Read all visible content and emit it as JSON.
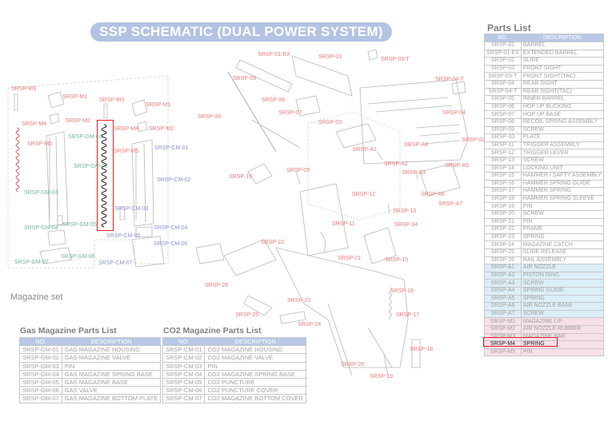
{
  "title": "SSP SCHEMATIC (DUAL POWER SYSTEM)",
  "magazine_set_label": "Magazine set",
  "parts_list": {
    "title": "Parts List",
    "headers": [
      "NO.",
      "DESCRIPTION"
    ],
    "rows": [
      [
        "SRSP-01",
        "BARREL"
      ],
      [
        "SRSP-01-EX",
        "EXTENDED BARREL"
      ],
      [
        "SRSP-02",
        "SLIDE"
      ],
      [
        "SRSP-03",
        "FRONT SIGHT"
      ],
      [
        "SRSP-03-T",
        "FRONT SIGHT(TAC)"
      ],
      [
        "SRSP-04",
        "REAR SIGHT"
      ],
      [
        "SRSP-04-T",
        "REAR SIGHT(TAC)"
      ],
      [
        "SRSP-05",
        "INNER BARREL"
      ],
      [
        "SRSP-06",
        "HOP UP BUCKING"
      ],
      [
        "SRSP-07",
        "HOP UP BASE"
      ],
      [
        "SRSP-08",
        "RECOIL SPRING ASSEMBLY"
      ],
      [
        "SRSP-09",
        "SCREW"
      ],
      [
        "SRSP-10",
        "PLATE"
      ],
      [
        "SRSP-11",
        "TRIGGER ASSEMBLY"
      ],
      [
        "SRSP-12",
        "TRIGGER LEVER"
      ],
      [
        "SRSP-13",
        "SCREW"
      ],
      [
        "SRSP-14",
        "LOCKING UNIT"
      ],
      [
        "SRSP-15",
        "HAMMER / SAFTY ASSEMBLY"
      ],
      [
        "SRSP-16",
        "HAMMER SPRING GUIDE"
      ],
      [
        "SRSP-17",
        "HAMMER SPRING"
      ],
      [
        "SRSP-18",
        "HAMMER SPRING SLEEVE"
      ],
      [
        "SRSP-19",
        "PIN"
      ],
      [
        "SRSP-20",
        "SCREW"
      ],
      [
        "SRSP-21",
        "PIN"
      ],
      [
        "SRSP-22",
        "FRAME"
      ],
      [
        "SRSP-23",
        "SPRING"
      ],
      [
        "SRSP-24",
        "MAGAZINE CATCH"
      ],
      [
        "SRSP-25",
        "SLIDE RELEASE"
      ],
      [
        "SRSP-26",
        "RAIL ASSEMBLY"
      ],
      [
        "SRSP-A1",
        "AIR NOZZLE"
      ],
      [
        "SRSP-A2",
        "PISTON RING"
      ],
      [
        "SRSP-A3",
        "SCREW"
      ],
      [
        "SRSP-A4",
        "SPRING GUIDE"
      ],
      [
        "SRSP-A5",
        "SPRING"
      ],
      [
        "SRSP-A6",
        "AIR NOZZLE BASE"
      ],
      [
        "SRSP-A7",
        "SCREW"
      ],
      [
        "SRSP-M1",
        "MAGAZINE LIP"
      ],
      [
        "SRSP-M2",
        "AIR NOZZLE RUBBER"
      ],
      [
        "SRSP-M3",
        "MAGAZINE BAR"
      ],
      [
        "SRSP-M4",
        "SPRING"
      ],
      [
        "SRSP-M5",
        "PIN"
      ]
    ]
  },
  "gas_list": {
    "title": "Gas Magazine Parts List",
    "headers": [
      "NO.",
      "DESCRIPTION"
    ],
    "rows": [
      [
        "SRSP-GM-01",
        "GAS MAGAZINE HOUSING"
      ],
      [
        "SRSP-GM-02",
        "GAS MAGAZINE VALVE"
      ],
      [
        "SRSP-GM-03",
        "PIN"
      ],
      [
        "SRSP-GM-04",
        "GAS MAGAZINE SPRING BASE"
      ],
      [
        "SRSP-GM-05",
        "GAS MAGAZINE BASE"
      ],
      [
        "SRSP-GM-06",
        "GAS VALVE"
      ],
      [
        "SRSP-GM-07",
        "GAS MAGAZINE BOTTOM PLATE"
      ]
    ]
  },
  "co2_list": {
    "title": "CO2 Magazine Parts List",
    "headers": [
      "NO.",
      "DESCRIPTION"
    ],
    "rows": [
      [
        "SRSP-CM-01",
        "CO2 MAGAZINE HOUSING"
      ],
      [
        "SRSP-CM-02",
        "CO2 MAGAZINE VALVE"
      ],
      [
        "SRSP-CM-03",
        "PIN"
      ],
      [
        "SRSP-CM-04",
        "CO2 MAGAZINE SPRING BASE"
      ],
      [
        "SRSP-CM-05",
        "CO2 PUNCTURE"
      ],
      [
        "SRSP-CM-06",
        "CO2 PUNCTURE COVER"
      ],
      [
        "SRSP-CM-07",
        "CO2 MAGAZINE BOTTOM COVER"
      ]
    ]
  },
  "callouts": [
    {
      "text": "SRSP-M3",
      "color": "r"
    },
    {
      "text": "SRSP-M1",
      "color": "r"
    },
    {
      "text": "SRSP-M2",
      "color": "r"
    },
    {
      "text": "SRSP-M4",
      "color": "r"
    },
    {
      "text": "SRSP-M5",
      "color": "r"
    },
    {
      "text": "SRSP-GM-01",
      "color": "g"
    },
    {
      "text": "SRSP-GM-02",
      "color": "g"
    },
    {
      "text": "SRSP-GM-03",
      "color": "g"
    },
    {
      "text": "SRSP-GM-04",
      "color": "g"
    },
    {
      "text": "SRSP-GM-05",
      "color": "g"
    },
    {
      "text": "SRSP-GM-06",
      "color": "g"
    },
    {
      "text": "SRSP-GM-07",
      "color": "g"
    },
    {
      "text": "SRSP-M3",
      "color": "r"
    },
    {
      "text": "SRSP-M1",
      "color": "r"
    },
    {
      "text": "SRSP-M4",
      "color": "r"
    },
    {
      "text": "SRSP-M2",
      "color": "r"
    },
    {
      "text": "SRSP-M5",
      "color": "r"
    },
    {
      "text": "SRSP-CM-01",
      "color": "b"
    },
    {
      "text": "SRSP-CM-02",
      "color": "b"
    },
    {
      "text": "SRSP-CM-03",
      "color": "b"
    },
    {
      "text": "SRSP-CM-04",
      "color": "b"
    },
    {
      "text": "SRSP-CM-05",
      "color": "b"
    },
    {
      "text": "SRSP-CM-06",
      "color": "b"
    },
    {
      "text": "SRSP-CM-07",
      "color": "b"
    },
    {
      "text": "SRSP-01-EX",
      "color": "r"
    },
    {
      "text": "SRSP-01",
      "color": "r"
    },
    {
      "text": "SRSP-03-T",
      "color": "r"
    },
    {
      "text": "SRSP-05",
      "color": "r"
    },
    {
      "text": "SRSP-04-T",
      "color": "r"
    },
    {
      "text": "SRSP-06",
      "color": "r"
    },
    {
      "text": "SRSP-07",
      "color": "r"
    },
    {
      "text": "SRSP-04",
      "color": "r"
    },
    {
      "text": "SRSP-08",
      "color": "r"
    },
    {
      "text": "SRSP-03",
      "color": "r"
    },
    {
      "text": "SRSP-02",
      "color": "r"
    },
    {
      "text": "SRSP-A1",
      "color": "r"
    },
    {
      "text": "SRSP-A4",
      "color": "r"
    },
    {
      "text": "SRSP-A2",
      "color": "r"
    },
    {
      "text": "SRSP-A5",
      "color": "r"
    },
    {
      "text": "SRSP-A3",
      "color": "r"
    },
    {
      "text": "SRSP-09",
      "color": "r"
    },
    {
      "text": "SRSP-10",
      "color": "r"
    },
    {
      "text": "SRSP-A6",
      "color": "r"
    },
    {
      "text": "SRSP-A7",
      "color": "r"
    },
    {
      "text": "SRSP-12",
      "color": "r"
    },
    {
      "text": "SRSP-13",
      "color": "r"
    },
    {
      "text": "SRSP-11",
      "color": "r"
    },
    {
      "text": "SRSP-14",
      "color": "r"
    },
    {
      "text": "SRSP-22",
      "color": "r"
    },
    {
      "text": "SRSP-21",
      "color": "r"
    },
    {
      "text": "SRSP-15",
      "color": "r"
    },
    {
      "text": "SRSP-26",
      "color": "r"
    },
    {
      "text": "SRSP-16",
      "color": "r"
    },
    {
      "text": "SRSP-23",
      "color": "r"
    },
    {
      "text": "SRSP-25",
      "color": "r"
    },
    {
      "text": "SRSP-17",
      "color": "r"
    },
    {
      "text": "SRSP-24",
      "color": "r"
    },
    {
      "text": "SRSP-18",
      "color": "r"
    },
    {
      "text": "SRSP-20",
      "color": "r"
    },
    {
      "text": "SRSP-19",
      "color": "r"
    }
  ],
  "colors": {
    "banner": "#b3c3e4",
    "highlight": "#e02020"
  }
}
